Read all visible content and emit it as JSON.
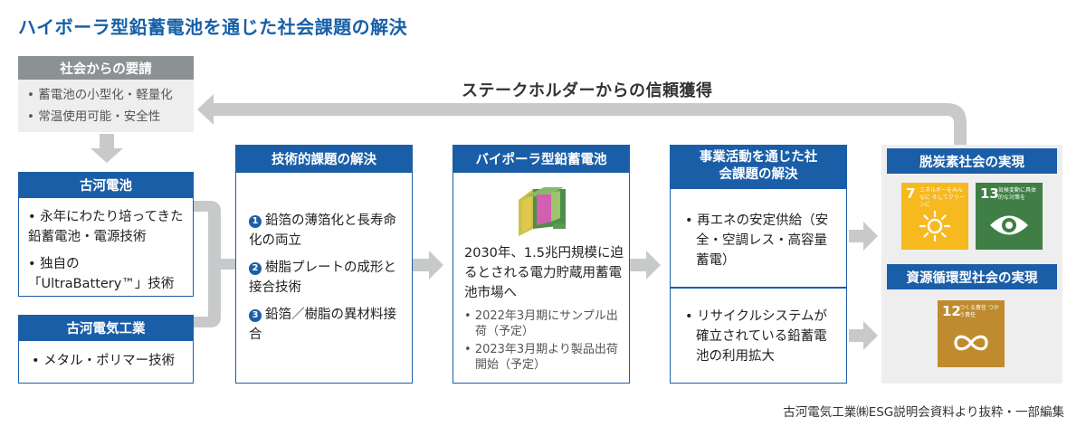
{
  "title": "ハイボーラ型鉛蓄電池を通じた社会課題の解決",
  "trust_label": "ステークホルダーからの信頼獲得",
  "society": {
    "header": "社会からの要請",
    "items": [
      "蓄電池の小型化・軽量化",
      "常温使用可能・安全性"
    ]
  },
  "furukawa_battery": {
    "header": "古河電池",
    "items": [
      "永年にわたり培ってきた鉛蓄電池・電源技術",
      "独自の「UltraBattery™」技術"
    ]
  },
  "furukawa_electric": {
    "header": "古河電気工業",
    "items": [
      "メタル・ポリマー技術"
    ]
  },
  "tech": {
    "header": "技術的課題の解決",
    "items": [
      {
        "num": "1",
        "text": "鉛箔の薄箔化と長寿命化の両立"
      },
      {
        "num": "2",
        "text": "樹脂プレートの成形と接合技術"
      },
      {
        "num": "3",
        "text": "鉛箔／樹脂の異材料接合"
      }
    ]
  },
  "bipolar": {
    "header": "バイポーラ型鉛蓄電池",
    "main_text": "2030年、1.5兆円規模に迫るとされる電力貯蔵用蓄電池市場へ",
    "items": [
      "2022年3月期にサンプル出荷（予定）",
      "2023年3月期より製品出荷開始（予定）"
    ]
  },
  "business": {
    "header": "事業活動を通じた社会課題の解決",
    "items": [
      "再エネの安定供給（安全・空調レス・高容量蓄電）",
      "リサイクルシステムが確立されている鉛蓄電池の利用拡大"
    ]
  },
  "decarbon": {
    "header": "脱炭素社会の実現",
    "sdgs": [
      {
        "num": "7",
        "text": "エネルギーをみんなに そしてクリーンに",
        "color": "#f6b91f",
        "icon": "sun-icon"
      },
      {
        "num": "13",
        "text": "気候変動に具体的な対策を",
        "color": "#3f7e44",
        "icon": "eye-icon"
      }
    ]
  },
  "circular": {
    "header": "資源循環型社会の実現",
    "sdgs": [
      {
        "num": "12",
        "text": "つくる責任 つかう責任",
        "color": "#bf8b2e",
        "icon": "infinity-icon"
      }
    ]
  },
  "source": "古河電気工業㈱ESG説明会資料より抜粋・一部編集",
  "colors": {
    "accent": "#1b5ea8",
    "arrow": "#c8c9ca",
    "panel": "#eeeeee"
  }
}
